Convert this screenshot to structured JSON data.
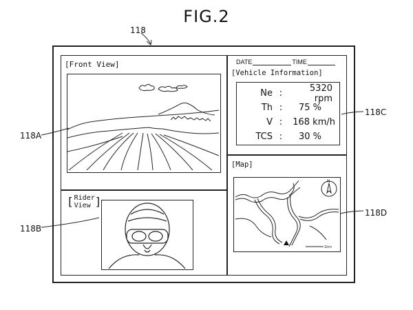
{
  "figure": {
    "title": "FIG.2"
  },
  "refs": {
    "device": "118",
    "front": "118A",
    "rider": "118B",
    "vehicle": "118C",
    "map": "118D"
  },
  "front_view": {
    "label": "[Front View]"
  },
  "rider_view": {
    "label_line1": "Rider",
    "label_line2": "View"
  },
  "datetime": {
    "date_label": "DATE",
    "time_label": "TIME"
  },
  "vehicle_info": {
    "label": "[Vehicle Information]",
    "rows": [
      {
        "name": "Ne",
        "colon": ":",
        "value": "5320 rpm"
      },
      {
        "name": "Th",
        "colon": ":",
        "value": "75 %"
      },
      {
        "name": "V",
        "colon": ":",
        "value": "168 km/h"
      },
      {
        "name": "TCS",
        "colon": ":",
        "value": "30 %"
      }
    ]
  },
  "map": {
    "label": "[Map]",
    "compass_letter": "N",
    "scale_text": "1km"
  }
}
